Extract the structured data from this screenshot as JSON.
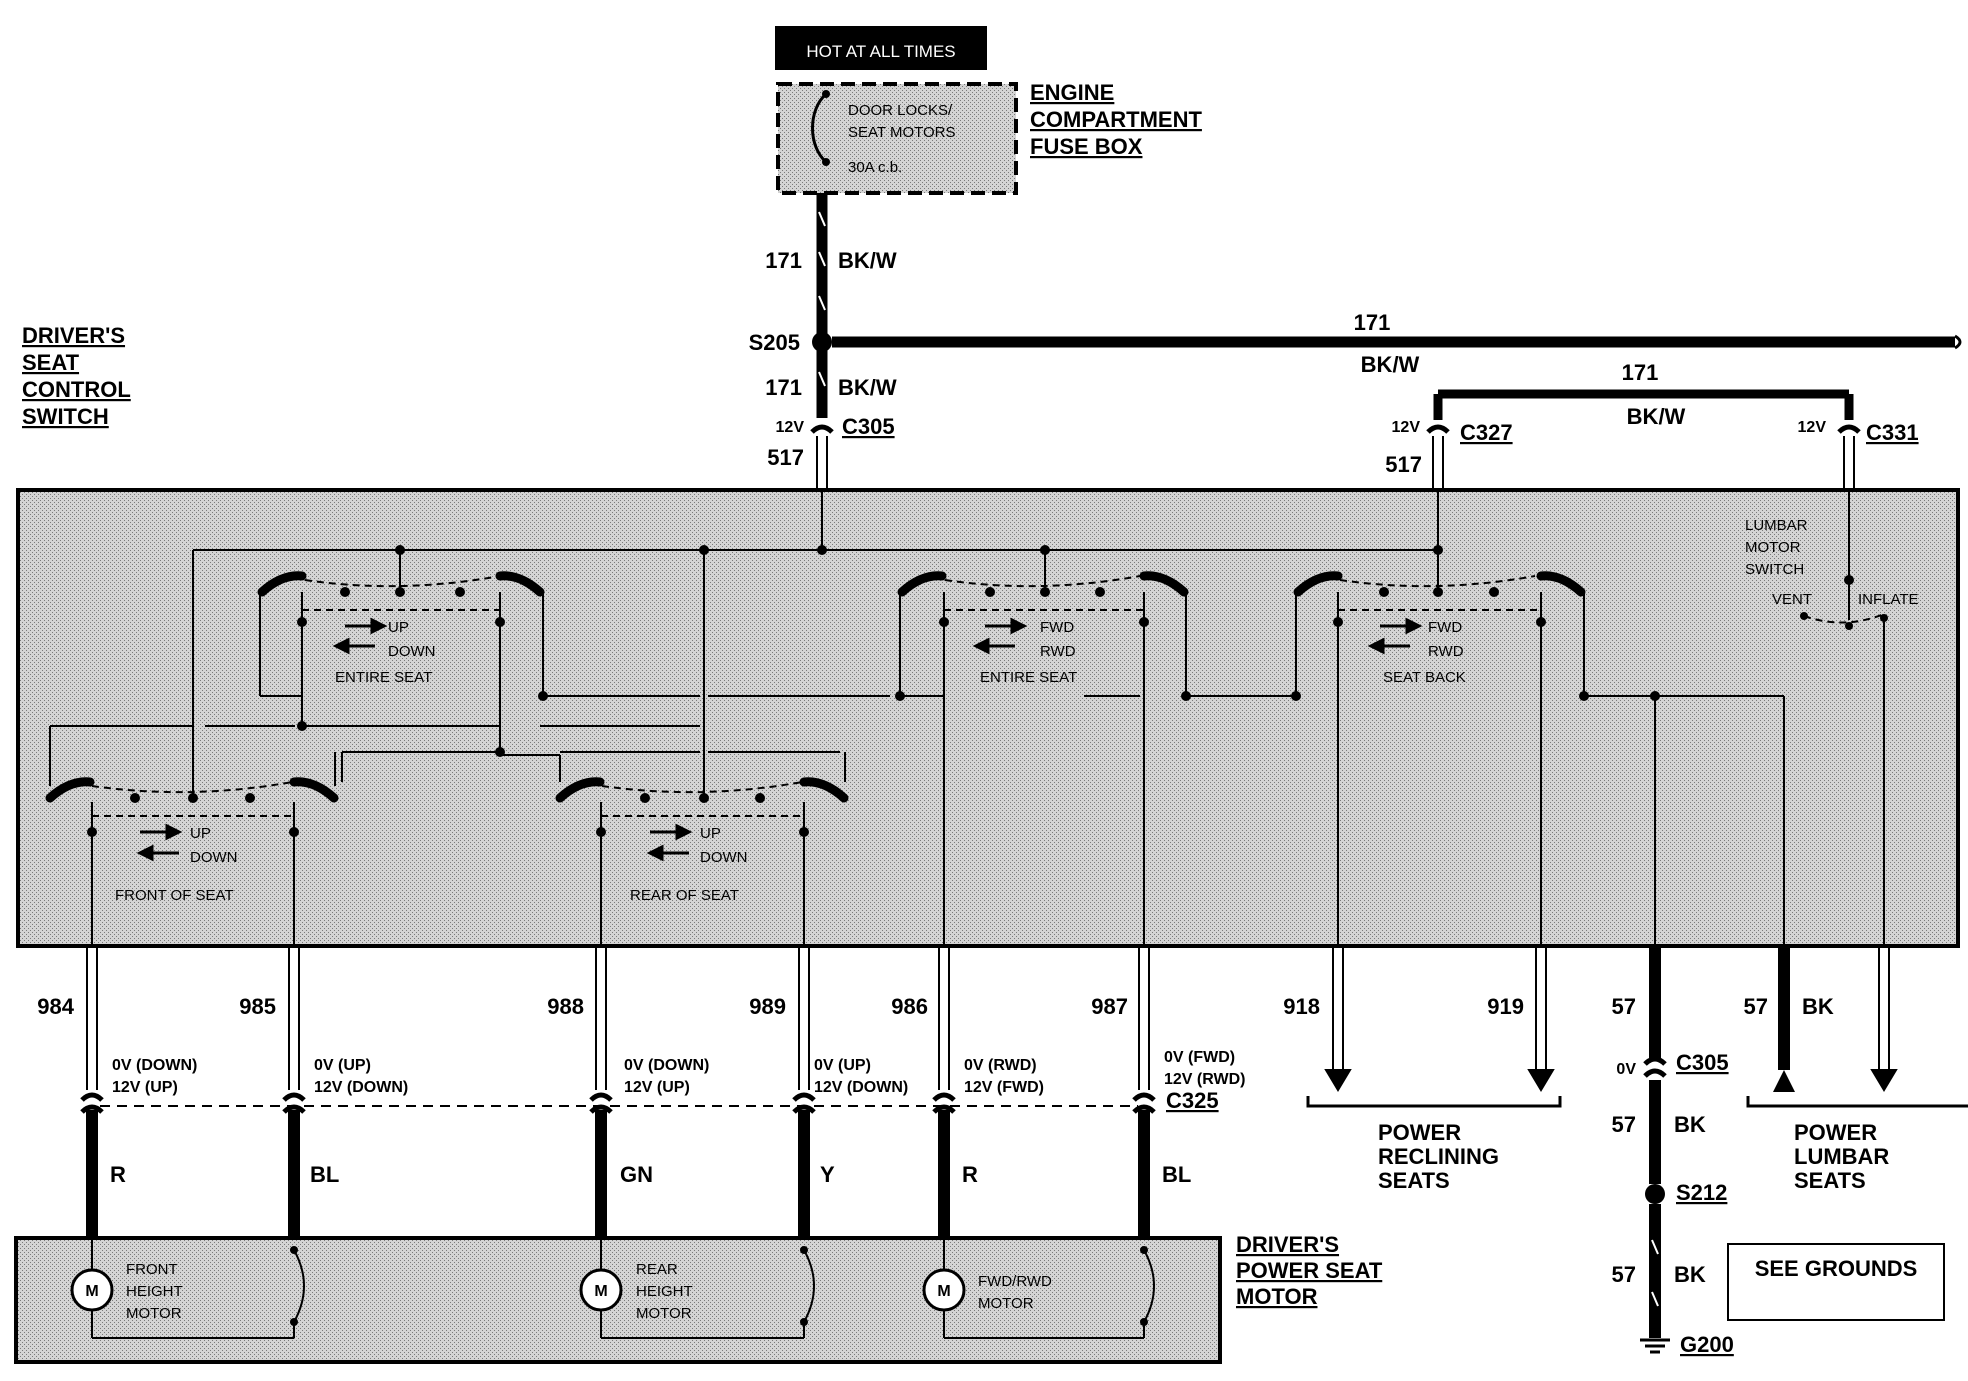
{
  "header": {
    "hot_at_all_times": "HOT AT ALL TIMES"
  },
  "fuse_box": {
    "title_lines": [
      "ENGINE",
      "COMPARTMENT",
      "FUSE BOX"
    ],
    "breaker_lines": [
      "DOOR LOCKS/",
      "SEAT MOTORS",
      "30A c.b."
    ]
  },
  "switch_title_lines": [
    "DRIVER'S",
    "SEAT",
    "CONTROL",
    "SWITCH"
  ],
  "motor_title_lines": [
    "DRIVER'S",
    "POWER SEAT",
    "MOTOR"
  ],
  "feed": {
    "circuit": "171",
    "color": "BK/W",
    "splice": "S205",
    "volts": "12V",
    "connector_c305": "C305",
    "connector_c327": "C327",
    "connector_c331": "C331",
    "inner_circuit": "517"
  },
  "switches": {
    "up": "UP",
    "down": "DOWN",
    "fwd": "FWD",
    "rwd": "RWD",
    "entire_seat": "ENTIRE SEAT",
    "front_of_seat": "FRONT OF SEAT",
    "rear_of_seat": "REAR OF SEAT",
    "seat_back": "SEAT BACK",
    "lumbar_lines": [
      "LUMBAR",
      "MOTOR",
      "SWITCH"
    ],
    "vent": "VENT",
    "inflate": "INFLATE"
  },
  "motor_wires": [
    {
      "circuit": "984",
      "volt_a": "0V (DOWN)",
      "volt_b": "12V (UP)",
      "color": "R"
    },
    {
      "circuit": "985",
      "volt_a": "0V (UP)",
      "volt_b": "12V (DOWN)",
      "color": "BL"
    },
    {
      "circuit": "988",
      "volt_a": "0V (DOWN)",
      "volt_b": "12V (UP)",
      "color": "GN"
    },
    {
      "circuit": "989",
      "volt_a": "0V (UP)",
      "volt_b": "12V (DOWN)",
      "color": "Y"
    },
    {
      "circuit": "986",
      "volt_a": "0V (RWD)",
      "volt_b": "12V (FWD)",
      "color": "R"
    },
    {
      "circuit": "987",
      "volt_a": "0V (FWD)",
      "volt_b": "12V (RWD)",
      "color": "BL"
    }
  ],
  "motor_connector": "C325",
  "motors": [
    {
      "symbol": "M",
      "lines": [
        "FRONT",
        "HEIGHT",
        "MOTOR"
      ]
    },
    {
      "symbol": "M",
      "lines": [
        "REAR",
        "HEIGHT",
        "MOTOR"
      ]
    },
    {
      "symbol": "M",
      "lines": [
        "FWD/RWD",
        "MOTOR"
      ]
    }
  ],
  "reclining": {
    "circuit_a": "918",
    "circuit_b": "919",
    "lines": [
      "POWER",
      "RECLINING",
      "SEATS"
    ]
  },
  "lumbar": {
    "circuit": "57",
    "color": "BK",
    "lines": [
      "POWER",
      "LUMBAR",
      "SEATS"
    ]
  },
  "ground": {
    "circuit": "57",
    "color": "BK",
    "volts": "0V",
    "connector": "C305",
    "splice": "S212",
    "ground": "G200",
    "see_grounds": "SEE GROUNDS"
  },
  "colors": {
    "ink": "#000000",
    "panel": "#c9c9c9",
    "paper": "#ffffff"
  }
}
